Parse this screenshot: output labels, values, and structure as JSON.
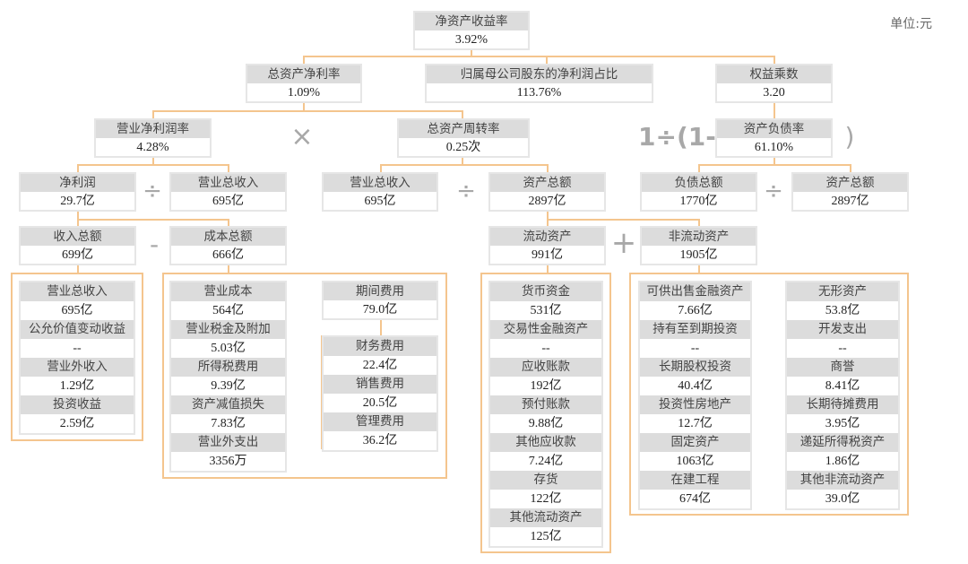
{
  "unit_label": "单位:元",
  "colors": {
    "connector": "#f4c58e",
    "label_bg": "#dcdcdc"
  },
  "nodes": {
    "roe": {
      "label": "净资产收益率",
      "value": "3.92%"
    },
    "roa": {
      "label": "总资产净利率",
      "value": "1.09%"
    },
    "parent_ratio": {
      "label": "归属母公司股东的净利润占比",
      "value": "113.76%"
    },
    "equity_multiplier": {
      "label": "权益乘数",
      "value": "3.20"
    },
    "net_margin": {
      "label": "营业净利润率",
      "value": "4.28%"
    },
    "asset_turnover": {
      "label": "总资产周转率",
      "value": "0.25次"
    },
    "debt_ratio": {
      "label": "资产负债率",
      "value": "61.10%"
    },
    "net_profit": {
      "label": "净利润",
      "value": "29.7亿"
    },
    "revenue_a": {
      "label": "营业总收入",
      "value": "695亿"
    },
    "revenue_b": {
      "label": "营业总收入",
      "value": "695亿"
    },
    "total_assets_a": {
      "label": "资产总额",
      "value": "2897亿"
    },
    "total_liabilities": {
      "label": "负债总额",
      "value": "1770亿"
    },
    "total_assets_b": {
      "label": "资产总额",
      "value": "2897亿"
    },
    "total_income": {
      "label": "收入总额",
      "value": "699亿"
    },
    "total_cost": {
      "label": "成本总额",
      "value": "666亿"
    },
    "current_assets": {
      "label": "流动资产",
      "value": "991亿"
    },
    "noncurrent_assets": {
      "label": "非流动资产",
      "value": "1905亿"
    },
    "period_expense": {
      "label": "期间费用",
      "value": "79.0亿"
    }
  },
  "operators": {
    "multiply": "×",
    "equity_prefix": "1÷(1-",
    "equity_suffix": ")",
    "divide_1": "÷",
    "divide_2": "÷",
    "divide_3": "÷",
    "minus": "-",
    "plus": "+"
  },
  "lists": {
    "income_items": [
      {
        "label": "营业总收入",
        "value": "695亿"
      },
      {
        "label": "公允价值变动收益",
        "value": "--"
      },
      {
        "label": "营业外收入",
        "value": "1.29亿"
      },
      {
        "label": "投资收益",
        "value": "2.59亿"
      }
    ],
    "cost_items": [
      {
        "label": "营业成本",
        "value": "564亿"
      },
      {
        "label": "营业税金及附加",
        "value": "5.03亿"
      },
      {
        "label": "所得税费用",
        "value": "9.39亿"
      },
      {
        "label": "资产减值损失",
        "value": "7.83亿"
      },
      {
        "label": "营业外支出",
        "value": "3356万"
      }
    ],
    "expense_items": [
      {
        "label": "财务费用",
        "value": "22.4亿"
      },
      {
        "label": "销售费用",
        "value": "20.5亿"
      },
      {
        "label": "管理费用",
        "value": "36.2亿"
      }
    ],
    "current_items": [
      {
        "label": "货币资金",
        "value": "531亿"
      },
      {
        "label": "交易性金融资产",
        "value": "--"
      },
      {
        "label": "应收账款",
        "value": "192亿"
      },
      {
        "label": "预付账款",
        "value": "9.88亿"
      },
      {
        "label": "其他应收款",
        "value": "7.24亿"
      },
      {
        "label": "存货",
        "value": "122亿"
      },
      {
        "label": "其他流动资产",
        "value": "125亿"
      }
    ],
    "noncurrent_items_left": [
      {
        "label": "可供出售金融资产",
        "value": "7.66亿"
      },
      {
        "label": "持有至到期投资",
        "value": "--"
      },
      {
        "label": "长期股权投资",
        "value": "40.4亿"
      },
      {
        "label": "投资性房地产",
        "value": "12.7亿"
      },
      {
        "label": "固定资产",
        "value": "1063亿"
      },
      {
        "label": "在建工程",
        "value": "674亿"
      }
    ],
    "noncurrent_items_right": [
      {
        "label": "无形资产",
        "value": "53.8亿"
      },
      {
        "label": "开发支出",
        "value": "--"
      },
      {
        "label": "商誉",
        "value": "8.41亿"
      },
      {
        "label": "长期待摊费用",
        "value": "3.95亿"
      },
      {
        "label": "递延所得税资产",
        "value": "1.86亿"
      },
      {
        "label": "其他非流动资产",
        "value": "39.0亿"
      }
    ]
  }
}
